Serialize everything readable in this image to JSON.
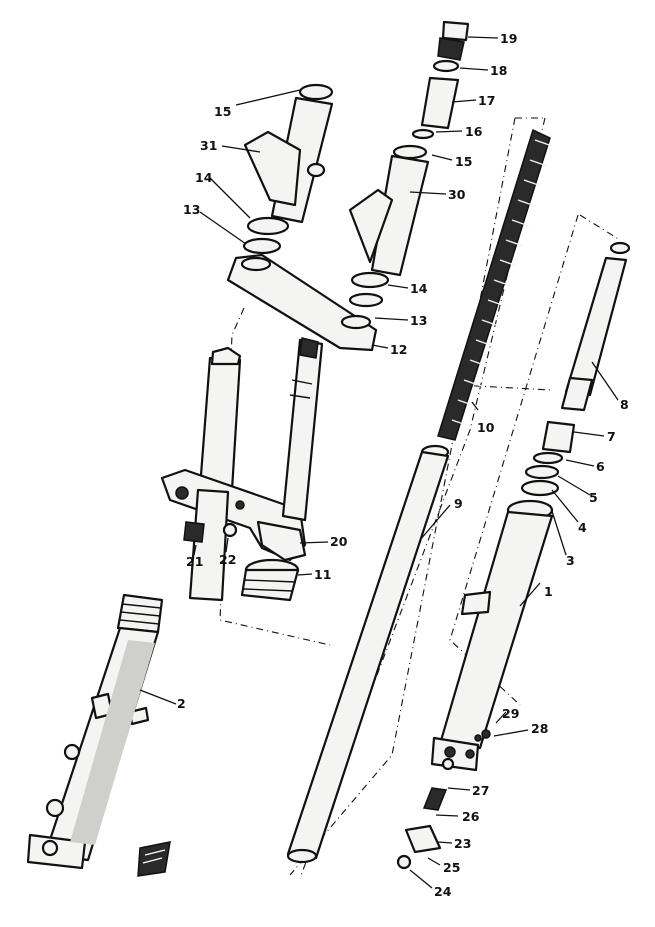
{
  "diagram": {
    "type": "exploded-parts-view",
    "callouts": [
      {
        "id": "c1",
        "label": "1"
      },
      {
        "id": "c2",
        "label": "2"
      },
      {
        "id": "c3",
        "label": "3"
      },
      {
        "id": "c4",
        "label": "4"
      },
      {
        "id": "c5",
        "label": "5"
      },
      {
        "id": "c6",
        "label": "6"
      },
      {
        "id": "c7",
        "label": "7"
      },
      {
        "id": "c8",
        "label": "8"
      },
      {
        "id": "c9",
        "label": "9"
      },
      {
        "id": "c10",
        "label": "10"
      },
      {
        "id": "c11",
        "label": "11"
      },
      {
        "id": "c12",
        "label": "12"
      },
      {
        "id": "c13a",
        "label": "13"
      },
      {
        "id": "c13b",
        "label": "13"
      },
      {
        "id": "c14a",
        "label": "14"
      },
      {
        "id": "c14b",
        "label": "14"
      },
      {
        "id": "c15a",
        "label": "15"
      },
      {
        "id": "c15b",
        "label": "15"
      },
      {
        "id": "c16",
        "label": "16"
      },
      {
        "id": "c17",
        "label": "17"
      },
      {
        "id": "c18",
        "label": "18"
      },
      {
        "id": "c19",
        "label": "19"
      },
      {
        "id": "c20",
        "label": "20"
      },
      {
        "id": "c21",
        "label": "21"
      },
      {
        "id": "c22",
        "label": "22"
      },
      {
        "id": "c23",
        "label": "23"
      },
      {
        "id": "c24",
        "label": "24"
      },
      {
        "id": "c25",
        "label": "25"
      },
      {
        "id": "c26",
        "label": "26"
      },
      {
        "id": "c27",
        "label": "27"
      },
      {
        "id": "c28",
        "label": "28"
      },
      {
        "id": "c29",
        "label": "29"
      },
      {
        "id": "c30",
        "label": "30"
      },
      {
        "id": "c31",
        "label": "31"
      }
    ]
  }
}
